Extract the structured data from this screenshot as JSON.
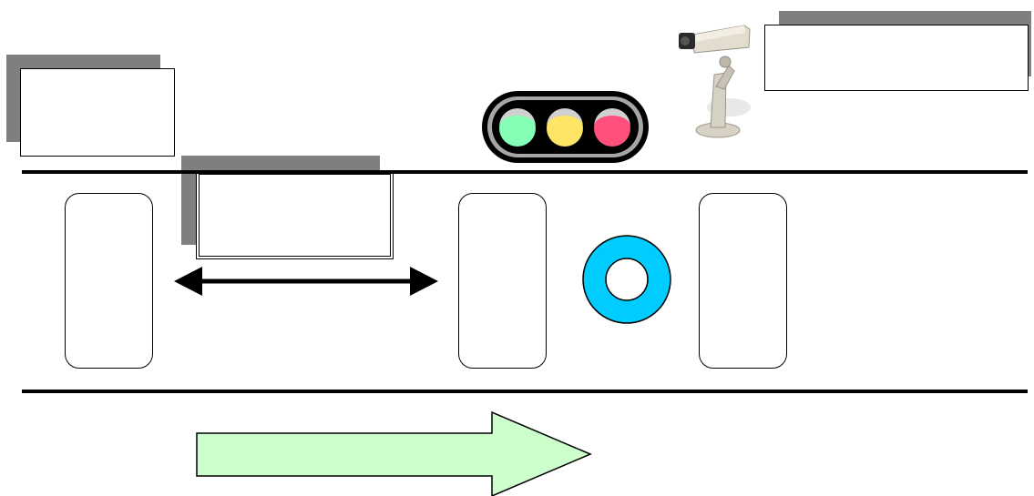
{
  "diagram": {
    "callouts": [
      {
        "id": "left-box",
        "text": ""
      },
      {
        "id": "center-box",
        "text": ""
      },
      {
        "id": "right-box",
        "text": ""
      }
    ],
    "colors": {
      "signal_green": "#85ffb5",
      "signal_yellow": "#ffe566",
      "signal_red": "#ff4f7b",
      "marker_ring": "#00ccff",
      "flow_arrow": "#ccffcc",
      "shadow": "#7f7f7f"
    },
    "icons": [
      "traffic-light-icon",
      "security-camera-icon",
      "ring-marker-icon",
      "double-arrow-icon",
      "flow-arrow-icon"
    ],
    "vehicles": 3
  }
}
